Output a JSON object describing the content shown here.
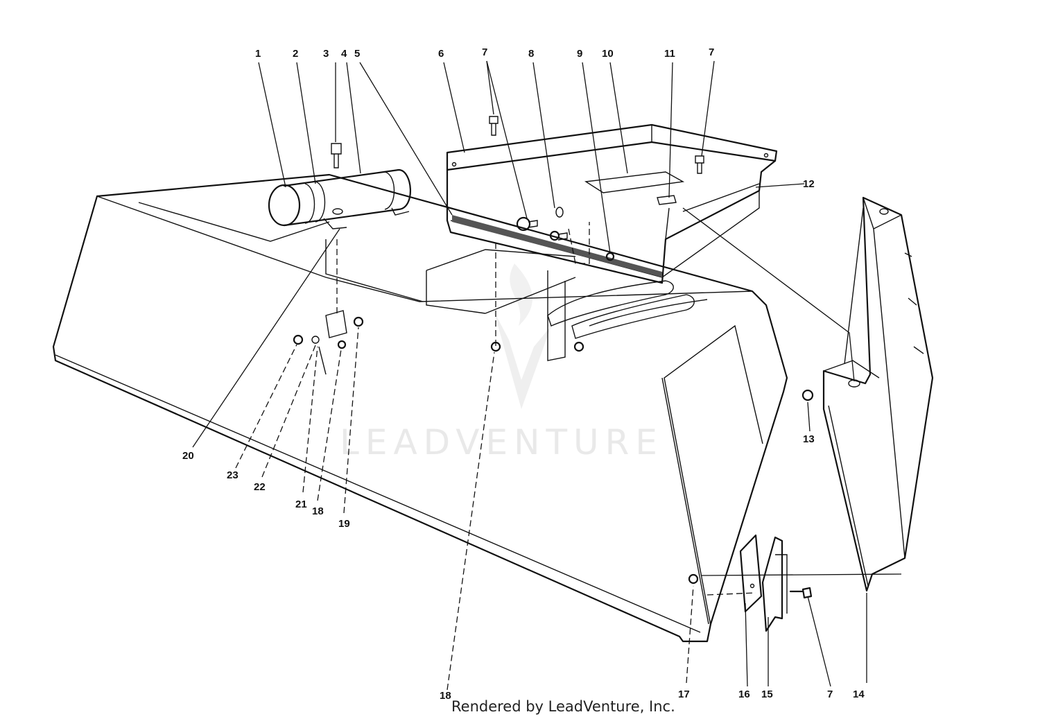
{
  "watermark": "LEADVENTURE",
  "credit": "Rendered by LeadVenture, Inc.",
  "callouts": {
    "c1": "1",
    "c2": "2",
    "c3": "3",
    "c4": "4",
    "c5": "5",
    "c6": "6",
    "c7a": "7",
    "c8": "8",
    "c9": "9",
    "c10": "10",
    "c11": "11",
    "c7b": "7",
    "c12": "12",
    "c13": "13",
    "c14": "14",
    "c7c": "7",
    "c15": "15",
    "c16": "16",
    "c17": "17",
    "c18a": "18",
    "c19": "19",
    "c18b": "18",
    "c21": "21",
    "c22": "22",
    "c23": "23",
    "c20": "20"
  }
}
